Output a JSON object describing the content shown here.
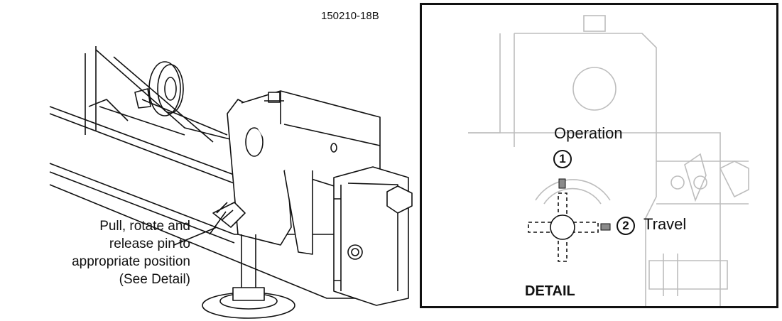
{
  "figure_id": "150210-18B",
  "callout": {
    "lines": [
      "Pull, rotate and",
      "release pin to",
      "appropriate position",
      "(See Detail)"
    ]
  },
  "detail": {
    "title": "DETAIL",
    "positions": [
      {
        "number": "1",
        "label": "Operation"
      },
      {
        "number": "2",
        "label": "Travel"
      }
    ]
  },
  "colors": {
    "line": "#111111",
    "ghost": "#bdbdbd",
    "pin": "#8a8a8a"
  }
}
